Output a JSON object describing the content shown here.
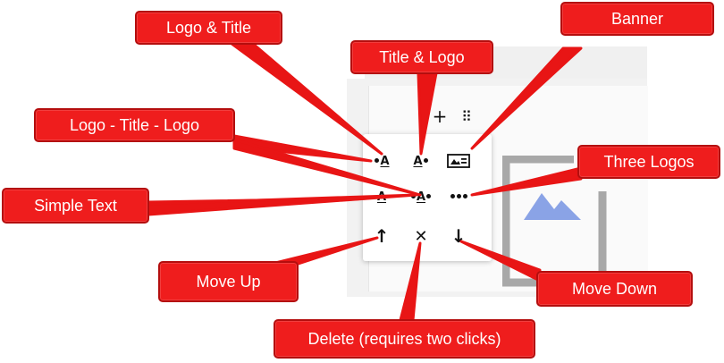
{
  "callouts": {
    "logo_title": "Logo & Title",
    "title_logo": "Title & Logo",
    "banner": "Banner",
    "logo_title_logo": "Logo - Title - Logo",
    "three_logos": "Three Logos",
    "simple_text": "Simple Text",
    "move_up": "Move Up",
    "move_down": "Move Down",
    "delete": "Delete (requires two clicks)"
  },
  "toolbar": {
    "add_glyph": "+",
    "drag_glyph": "⠿",
    "letter": "A",
    "up_glyph": "↑",
    "delete_glyph": "✕",
    "down_glyph": "↓"
  },
  "colors": {
    "callout_fill": "#ef1d1d",
    "callout_border": "#b40e0e",
    "leader_line": "#e81515",
    "toolbar_bg": "#ffffff",
    "panel_bg": "#f0f0f0",
    "image_frame": "#a8a8a8",
    "image_mountain": "#8aa3e6"
  },
  "icons": [
    "add-icon",
    "drag-handle-icon",
    "logo-title-icon",
    "title-logo-icon",
    "banner-icon",
    "simple-text-icon",
    "logo-title-logo-icon",
    "three-logos-icon",
    "move-up-icon",
    "delete-icon",
    "move-down-icon",
    "image-placeholder-icon"
  ]
}
